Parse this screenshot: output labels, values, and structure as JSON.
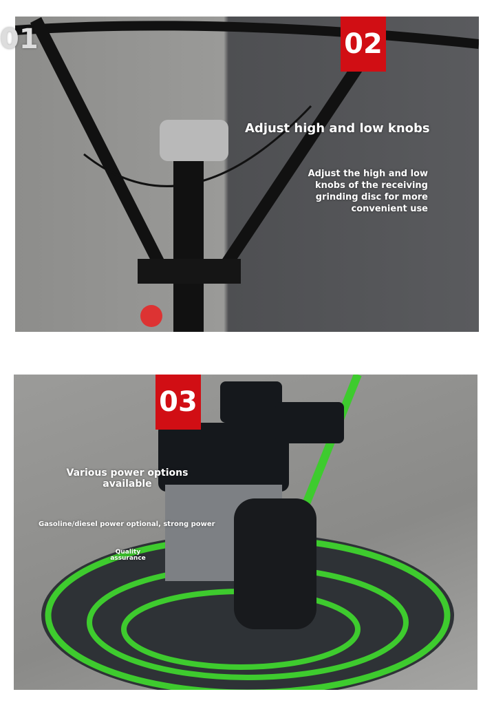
{
  "section1": {
    "fragment": "01",
    "badge": "02",
    "title": "Adjust high and low knobs",
    "desc": "Adjust the high and low knobs of the receiving grinding disc for more convenient use"
  },
  "section2": {
    "badge": "03",
    "title": "Various power options available",
    "feature1": "Gasoline/diesel power optional, strong power",
    "feature2": "Quality assurance"
  },
  "colors": {
    "badge": "#d10e14",
    "frame": "#3ecb2e"
  }
}
